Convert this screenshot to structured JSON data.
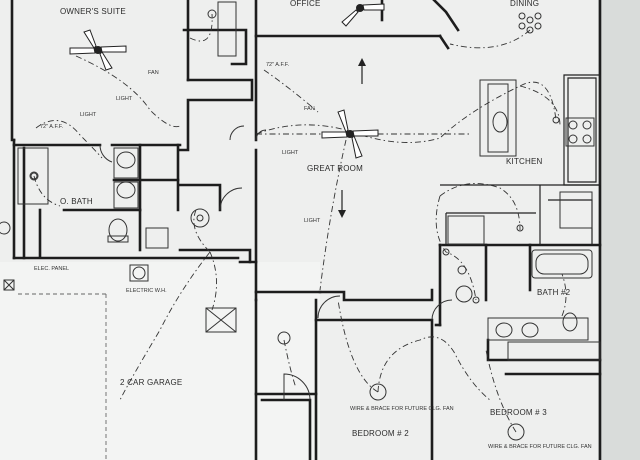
{
  "labels": {
    "owners_suite": "OWNER'S SUITE",
    "office": "OFFICE",
    "dining": "DINING",
    "great_room": "GREAT ROOM",
    "kitchen": "KITCHEN",
    "o_bath": "O. BATH",
    "bath2": "BATH #2",
    "bedroom2": "BEDROOM # 2",
    "bedroom3": "BEDROOM # 3",
    "garage": "2 CAR GARAGE",
    "elec_panel": "ELEC. PANEL",
    "electric_wh": "ELECTRIC W.H.",
    "fan_note": "WIRE & BRACE FOR FUTURE CLG. FAN",
    "aff": "72\" A.F.F.",
    "fan": "FAN",
    "light": "LIGHT"
  }
}
